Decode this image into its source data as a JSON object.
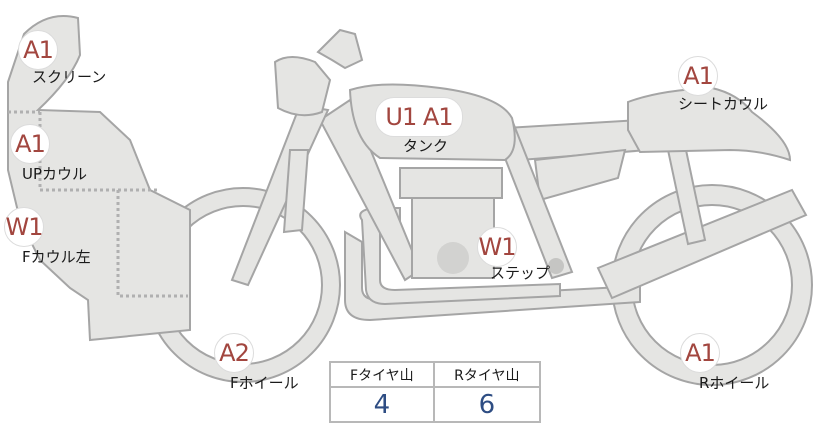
{
  "parts": [
    {
      "id": "screen",
      "grade": "A1",
      "label": "スクリーン"
    },
    {
      "id": "upcowl",
      "grade": "A1",
      "label": "UPカウル"
    },
    {
      "id": "fcowl-left",
      "grade": "W1",
      "label": "Fカウル左"
    },
    {
      "id": "tank",
      "grade": "U1 A1",
      "label": "タンク"
    },
    {
      "id": "seatcowl",
      "grade": "A1",
      "label": "シートカウル"
    },
    {
      "id": "step",
      "grade": "W1",
      "label": "ステップ"
    },
    {
      "id": "fwheel",
      "grade": "A2",
      "label": "Fホイール"
    },
    {
      "id": "rwheel",
      "grade": "A1",
      "label": "Rホイール"
    }
  ],
  "tire_table": {
    "headers": [
      "Fタイヤ山",
      "Rタイヤ山"
    ],
    "values": [
      "4",
      "6"
    ]
  },
  "colors": {
    "grade_text": "#a2463f",
    "value_text": "#2e4d83",
    "part_fill": "#e5e5e3",
    "part_outline": "#a5a5a5"
  }
}
